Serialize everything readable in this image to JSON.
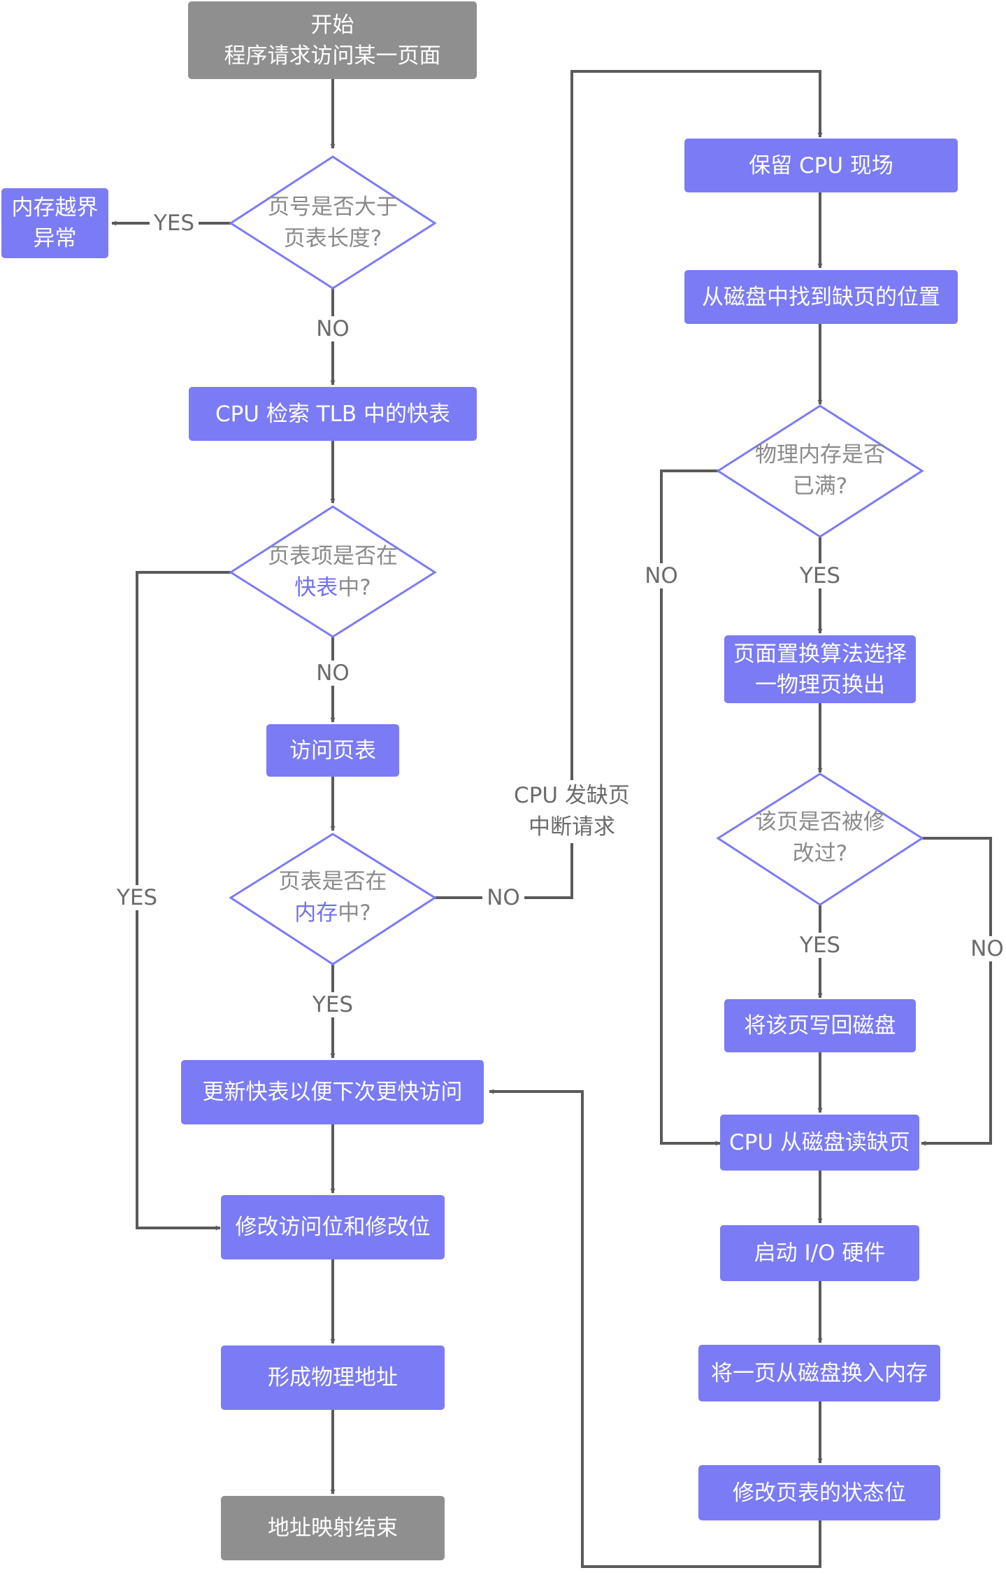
{
  "start": {
    "line1": "开始",
    "line2": "程序请求访问某一页面"
  },
  "decision_page_exceed": {
    "line1": "页号是否大于",
    "line2": "页表长度?"
  },
  "out_of_bounds": {
    "line1": "内存越界",
    "line2": "异常"
  },
  "tlb_lookup": "CPU 检索 TLB 中的快表",
  "decision_in_tlb": {
    "line1": "页表项是否在",
    "hl": "快表",
    "tail": "中?"
  },
  "access_page_table": "访问页表",
  "decision_in_memory": {
    "line1": "页表是否在",
    "hl": "内存",
    "tail": "中?"
  },
  "update_tlb": "更新快表以便下次更快访问",
  "modify_bits": "修改访问位和修改位",
  "form_address": "形成物理地址",
  "end": "地址映射结束",
  "page_fault_label": {
    "line1": "CPU 发缺页",
    "line2": "中断请求"
  },
  "save_cpu": "保留 CPU 现场",
  "find_on_disk": "从磁盘中找到缺页的位置",
  "decision_memory_full": {
    "line1": "物理内存是否",
    "line2": "已满?"
  },
  "replace_algorithm": {
    "line1": "页面置换算法选择",
    "line2": "一物理页换出"
  },
  "decision_modified": {
    "line1": "该页是否被修",
    "line2": "改过?"
  },
  "write_back": "将该页写回磁盘",
  "cpu_read_page": "CPU 从磁盘读缺页",
  "start_io": "启动 I/O 硬件",
  "swap_in": "将一页从磁盘换入内存",
  "modify_page_table_status": "修改页表的状态位",
  "labels": {
    "yes": "YES",
    "no": "NO"
  },
  "colors": {
    "node": "#7b7bf5",
    "terminal": "#8f8f8f",
    "stroke": "#5a5a5a",
    "diamond_border": "#7b7bf5",
    "highlight": "#7070f0"
  }
}
